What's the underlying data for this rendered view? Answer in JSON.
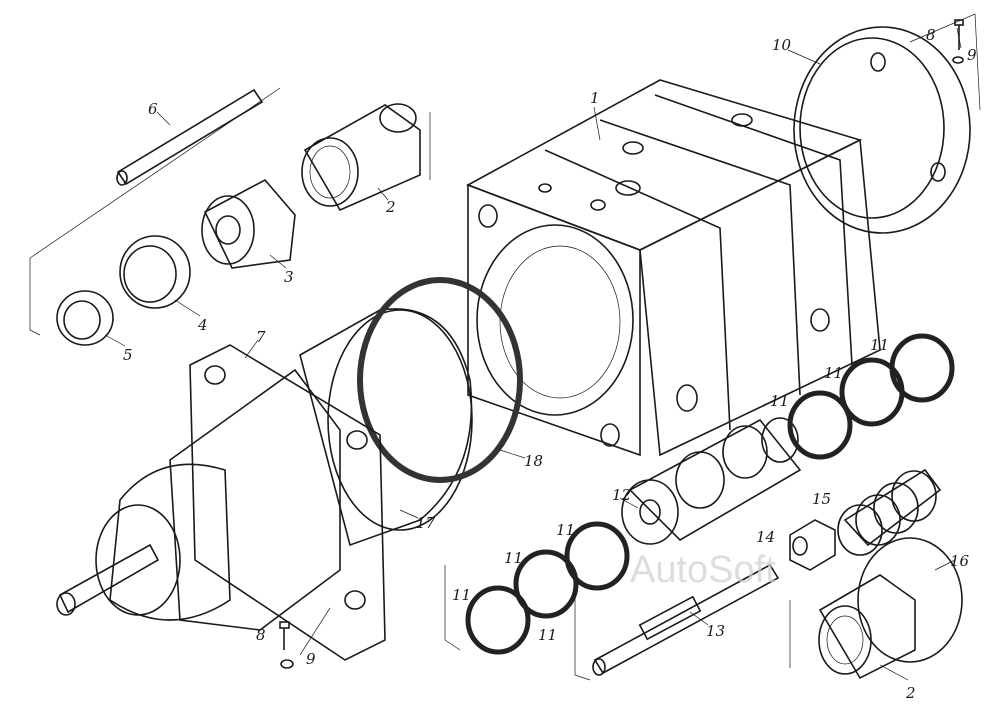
{
  "diagram": {
    "callouts": [
      {
        "id": "c1",
        "text": "1"
      },
      {
        "id": "c2a",
        "text": "2"
      },
      {
        "id": "c2b",
        "text": "2"
      },
      {
        "id": "c3",
        "text": "3"
      },
      {
        "id": "c4",
        "text": "4"
      },
      {
        "id": "c5",
        "text": "5"
      },
      {
        "id": "c6",
        "text": "6"
      },
      {
        "id": "c7",
        "text": "7"
      },
      {
        "id": "c8a",
        "text": "8"
      },
      {
        "id": "c8b",
        "text": "8"
      },
      {
        "id": "c9a",
        "text": "9"
      },
      {
        "id": "c9b",
        "text": "9"
      },
      {
        "id": "c10",
        "text": "10"
      },
      {
        "id": "c11a",
        "text": "11"
      },
      {
        "id": "c11b",
        "text": "11"
      },
      {
        "id": "c11c",
        "text": "11"
      },
      {
        "id": "c11d",
        "text": "11"
      },
      {
        "id": "c11e",
        "text": "11"
      },
      {
        "id": "c11f",
        "text": "11"
      },
      {
        "id": "c11g",
        "text": "11"
      },
      {
        "id": "c12",
        "text": "12"
      },
      {
        "id": "c13",
        "text": "13"
      },
      {
        "id": "c14",
        "text": "14"
      },
      {
        "id": "c15",
        "text": "15"
      },
      {
        "id": "c16",
        "text": "16"
      },
      {
        "id": "c17",
        "text": "17"
      },
      {
        "id": "c18",
        "text": "18"
      }
    ],
    "watermark": "AutoSoft"
  }
}
